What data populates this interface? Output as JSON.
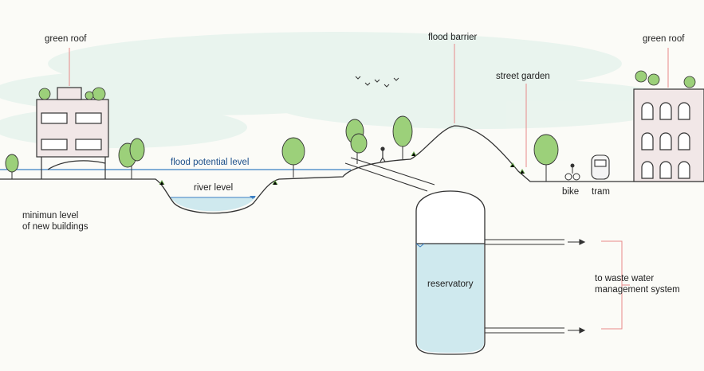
{
  "labels": {
    "green_roof_left": "green roof",
    "green_roof_right": "green roof",
    "flood_barrier": "flood barrier",
    "street_garden": "street garden",
    "flood_potential_level": "flood potential level",
    "river_level": "river level",
    "minimum_level": "minimun level\nof new buildings",
    "bike": "bike",
    "tram": "tram",
    "reservatory": "reservatory",
    "waste_water": "to waste water\nmanagement system"
  },
  "colors": {
    "sky": "#dcefe8",
    "water": "#cfe9ee",
    "flood_line": "#3b7fc4",
    "pointer": "#e88a8a",
    "tree": "#9cd07a",
    "building_fill": "#f1e7e7",
    "ground_line": "#333333"
  }
}
